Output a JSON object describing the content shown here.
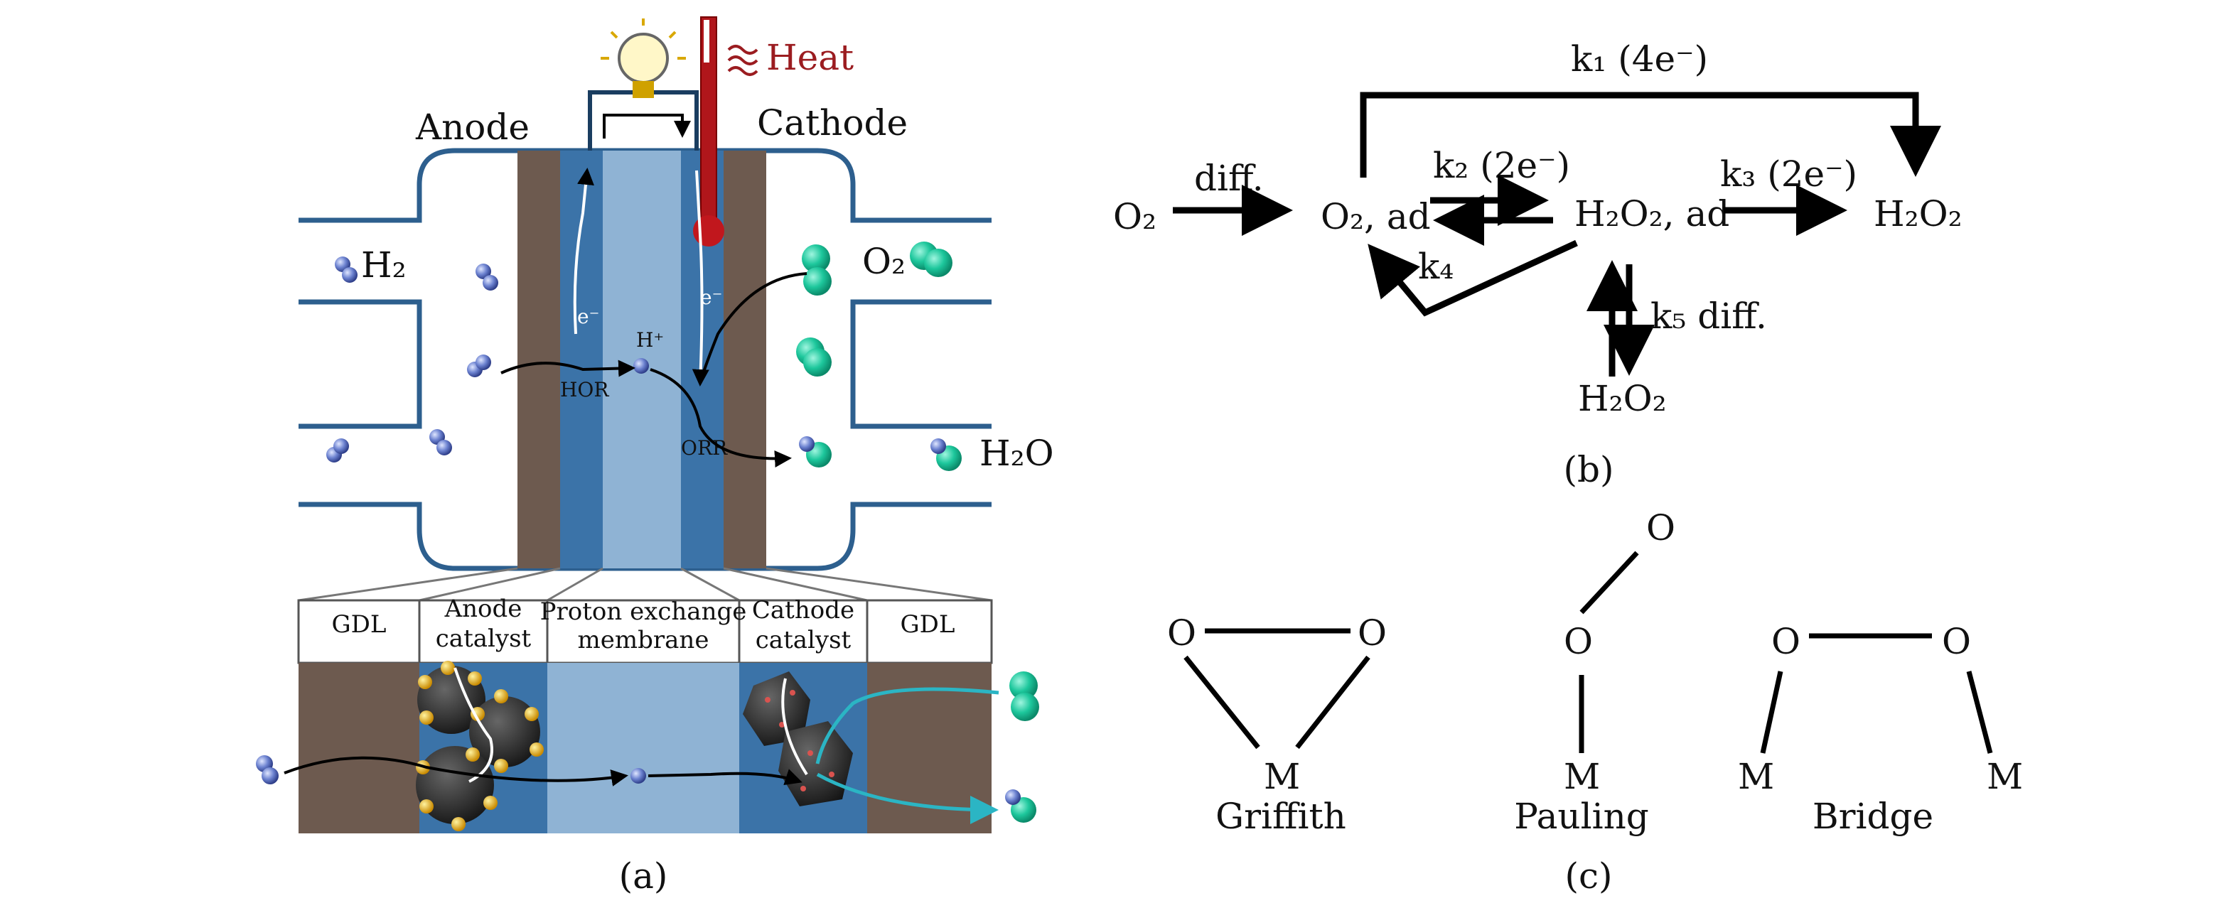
{
  "panel_a": {
    "heat_label": "Heat",
    "anode_label": "Anode",
    "cathode_label": "Cathode",
    "h2_label": "H₂",
    "o2_label": "O₂",
    "h2o_label": "H₂O",
    "electron_left": "e⁻",
    "electron_right": "e⁻",
    "proton": "H⁺",
    "hor": "HOR",
    "orr": "ORR",
    "layers": {
      "gdl_left": "GDL",
      "anode_cat_1": "Anode",
      "anode_cat_2": "catalyst",
      "pem_1": "Proton exchange",
      "pem_2": "membrane",
      "cathode_cat_1": "Cathode",
      "cathode_cat_2": "catalyst",
      "gdl_right": "GDL"
    },
    "caption": "(a)"
  },
  "panel_b": {
    "k1": "k₁ (4e⁻)",
    "k2": "k₂ (2e⁻)",
    "k3": "k₃ (2e⁻)",
    "k4": "k₄",
    "k5": "k₅ diff.",
    "diff": "diff.",
    "o2": "O₂",
    "o2ad": "O₂, ad",
    "h2o2ad": "H₂O₂, ad",
    "h2o2_right": "H₂O₂",
    "h2o2_bottom": "H₂O₂",
    "caption": "(b)"
  },
  "panel_c": {
    "atom_o": "O",
    "atom_m": "M",
    "griffith": "Griffith",
    "pauling": "Pauling",
    "bridge": "Bridge",
    "caption": "(c)"
  }
}
